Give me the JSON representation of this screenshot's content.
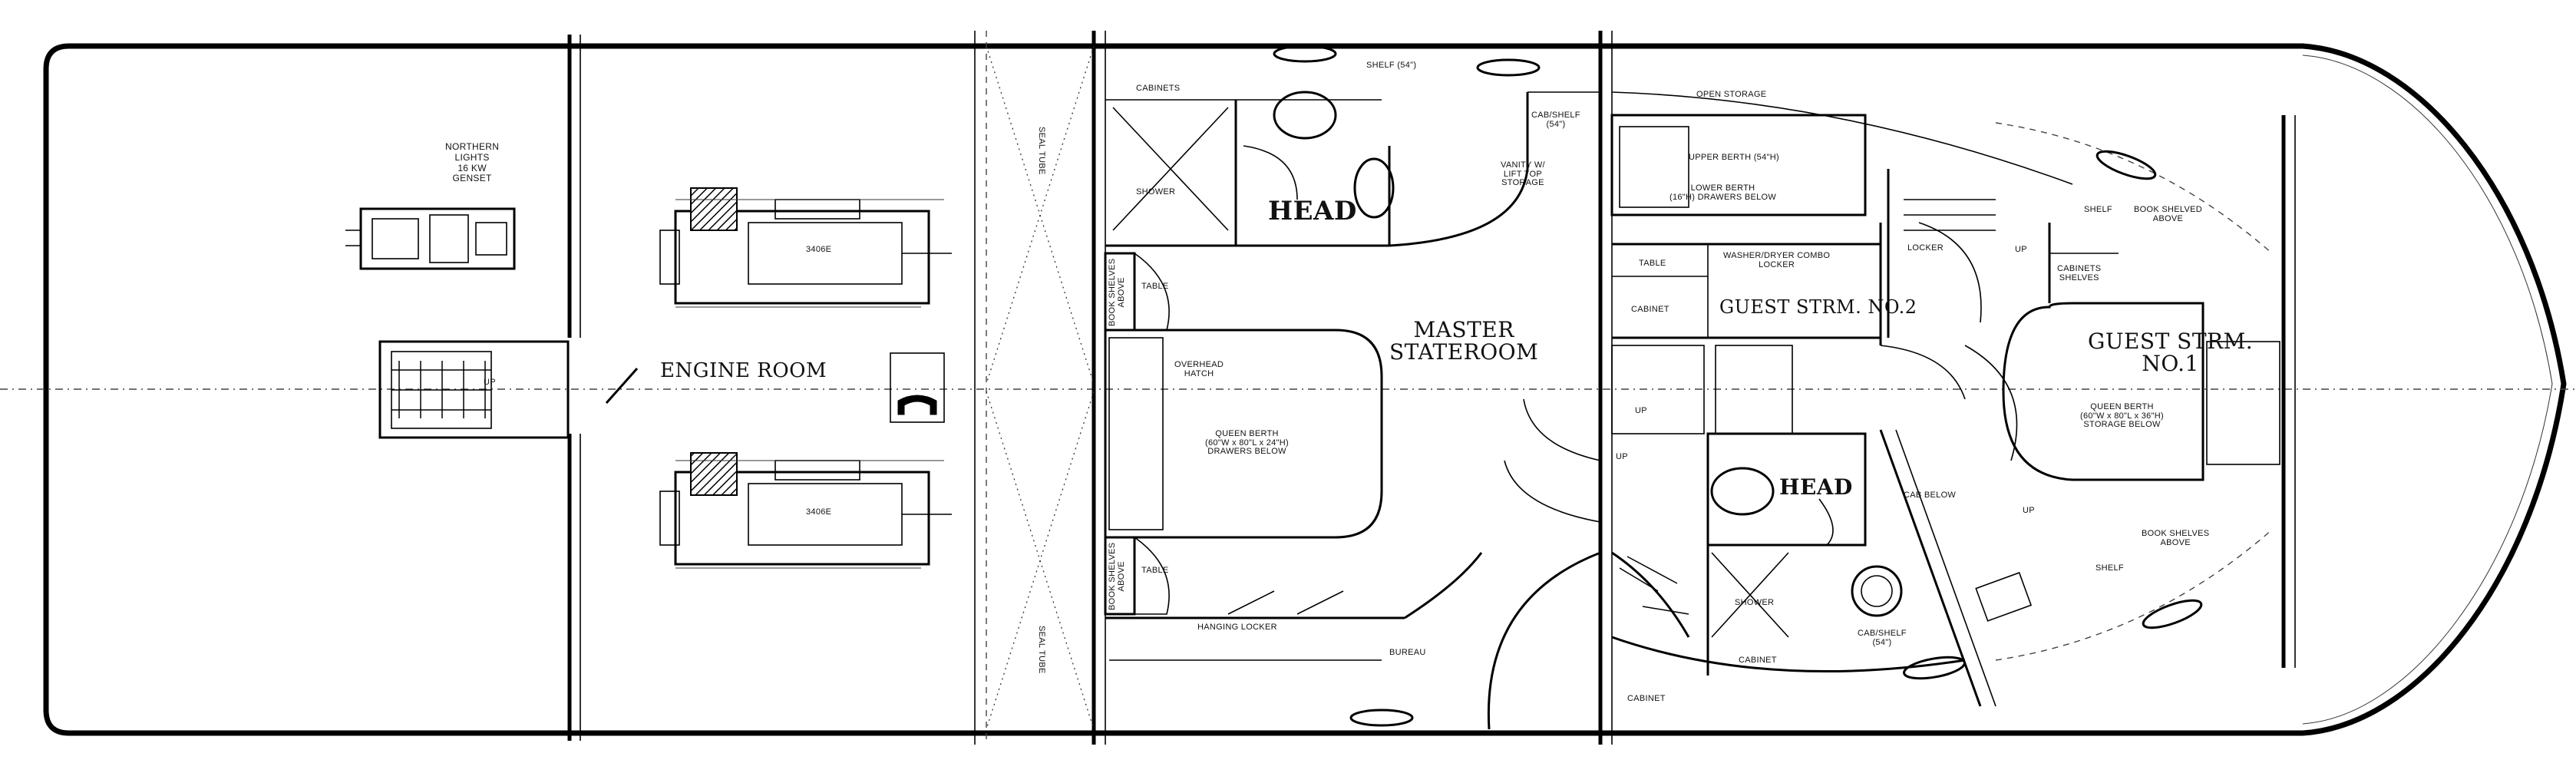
{
  "plan": {
    "rooms": {
      "engine_room": "ENGINE ROOM",
      "master_stateroom": "MASTER\nSTATEROOM",
      "head_aft": "HEAD",
      "guest_strm_2": "GUEST STRM. NO.2",
      "head_fwd": "HEAD",
      "guest_strm_1": "GUEST STRM.\nNO.1"
    },
    "labels": {
      "northern_lights": "NORTHERN\nLIGHTS\n16 KW\nGENSET",
      "up_engine": "UP",
      "engine_top": "3406E",
      "engine_bottom": "3406E",
      "seal_top": "SEAL TUBE",
      "seal_bottom": "SEAL TUBE",
      "cabinets_master": "CABINETS",
      "shelf_master": "SHELF (54\")",
      "cab_shelf_master": "CAB/SHELF\n(54\")",
      "vanity": "VANITY W/\nLIFT TOP\nSTORAGE",
      "shower_aft": "SHOWER",
      "book_shelves_aft_top": "BOOK SHELVES\nABOVE",
      "table_top": "TABLE",
      "overhead_hatch": "OVERHEAD\nHATCH",
      "queen_berth_master": "QUEEN BERTH\n(60\"W x 80\"L x 24\"H)\nDRAWERS BELOW",
      "book_shelves_aft_bottom": "BOOK SHELVES\nABOVE",
      "table_bottom": "TABLE",
      "hanging_locker": "HANGING LOCKER",
      "bureau": "BUREAU",
      "open_storage": "OPEN STORAGE",
      "upper_berth": "UPPER BERTH (54\"H)",
      "lower_berth": "LOWER BERTH\n(16\"H)  DRAWERS BELOW",
      "table_guest2": "TABLE",
      "washer_dryer": "WASHER/DRYER COMBO\nLOCKER",
      "cabinet_guest2": "CABINET",
      "up_1": "UP",
      "up_2": "UP",
      "locker_fwd": "LOCKER",
      "up_3": "UP",
      "shelf_fwd": "SHELF",
      "book_shelved_above": "BOOK SHELVED\nABOVE",
      "cabinets_shelves": "CABINETS\nSHELVES",
      "queen_berth_guest1": "QUEEN BERTH\n(60\"W x 80\"L x 36\"H)\nSTORAGE BELOW",
      "cab_below": "CAB BELOW",
      "up_4": "UP",
      "book_shelves_fwd": "BOOK SHELVES\nABOVE",
      "shelf_fwd_2": "SHELF",
      "shower_fwd": "SHOWER",
      "cabinet_fwd": "CABINET",
      "cab_shelf_fwd": "CAB/SHELF\n(54\")",
      "cabinet_bottom": "CABINET"
    }
  }
}
